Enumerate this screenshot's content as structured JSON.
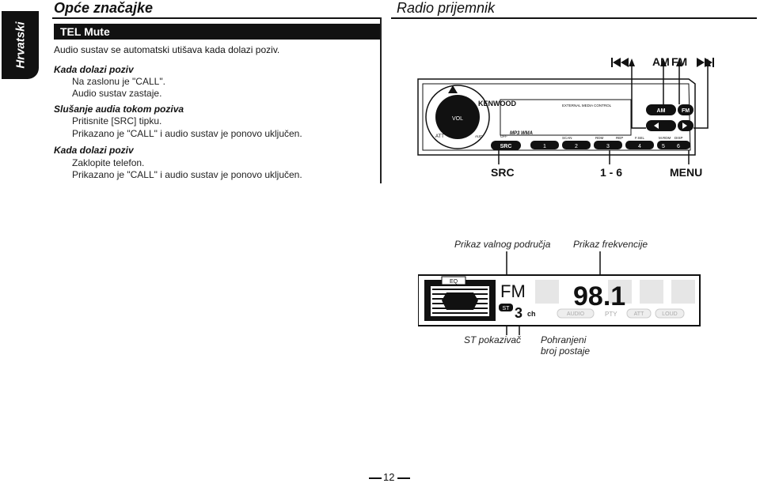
{
  "side_tab": "Hrvatski",
  "left": {
    "heading": "Opće značajke",
    "section_title": "TEL Mute",
    "intro": "Audio sustav se automatski utišava kada dolazi poziv.",
    "blocks": [
      {
        "title": "Kada dolazi poziv",
        "lines": [
          "Na zaslonu je \"CALL\".",
          "Audio sustav zastaje."
        ]
      },
      {
        "title": "Slušanje audia tokom poziva",
        "lines": [
          "Pritisnite [SRC] tipku.",
          "Prikazano je \"CALL\" i audio sustav je ponovo uključen."
        ]
      },
      {
        "title": "Kada dolazi poziv",
        "lines": [
          "Zaklopite telefon.",
          "Prikazano je \"CALL\" i audio sustav je ponovo uključen."
        ]
      }
    ]
  },
  "right": {
    "heading": "Radio prijemnik",
    "radio_labels": {
      "src": "SRC",
      "presets": "1 - 6",
      "menu": "MENU",
      "am": "AM",
      "fm": "FM"
    },
    "display_labels": {
      "band": "Prikaz valnog područja",
      "frequency": "Prikaz frekvencije",
      "st": "ST pokazivač",
      "preset_line1": "Pohranjeni",
      "preset_line2": "broj postaje"
    }
  },
  "faceplate": {
    "brand": "KENWOOD",
    "ext": "EXTERNAL MEDIA CONTROL",
    "att": "ATT",
    "aud": "AUD",
    "off": "OFF",
    "src": "SRC",
    "vol": "VOL",
    "mp3": "MP3 WMA",
    "scan": "SCAN",
    "rdm": "RDM",
    "rep": "REP",
    "fm": "F.SEL",
    "mrdm": "M.RDM",
    "disp": "DISP",
    "am": "AM",
    "fmb": "FM",
    "keys": [
      "1",
      "2",
      "3",
      "4",
      "5",
      "6"
    ]
  },
  "lcd": {
    "band_text": "FM",
    "freq_text": "98.1",
    "preset_num": "3",
    "ch": "ch",
    "st": "ST",
    "eq": "EQ",
    "audio": "AUDIO",
    "pty": "PTY",
    "att": "ATT",
    "loud": "LOUD"
  },
  "page_number": "12"
}
